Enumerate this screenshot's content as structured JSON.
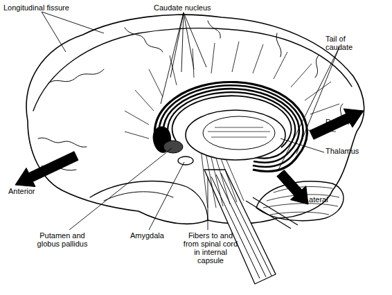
{
  "diagram": {
    "labels": [
      "Longitudinal fissure",
      "Caudate nucleus",
      "Tail of caudate",
      "Posterior",
      "Thalamus",
      "Lateral",
      "Anterior",
      "Putamen and globus pallidus",
      "Amygdala",
      "Fibers to and from spinal cord in internal capsule"
    ]
  }
}
